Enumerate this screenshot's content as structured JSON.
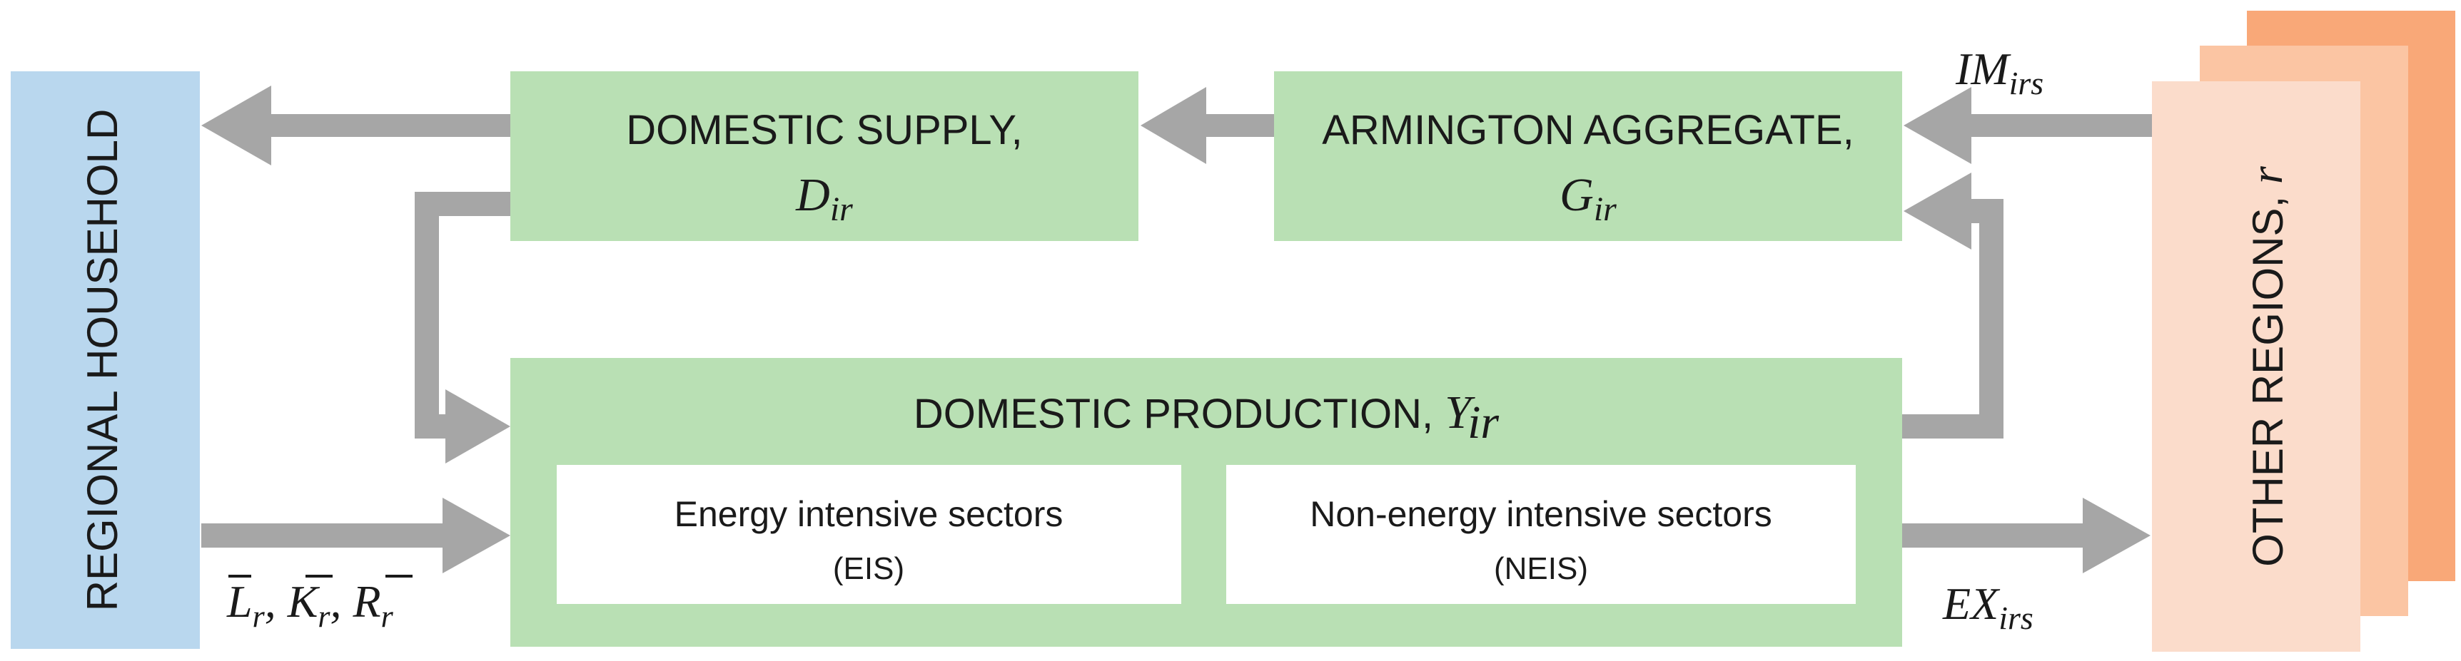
{
  "colors": {
    "household": "#b9d7ee",
    "green_box": "#b9e0b4",
    "inner_box": "#ffffff",
    "arrow": "#a6a6a6",
    "region_front": "#fbdccb",
    "region_mid": "#fbc5a3",
    "region_back": "#f9a878"
  },
  "household": {
    "label": "REGIONAL HOUSEHOLD"
  },
  "other_regions": {
    "label": "OTHER REGIONS, ",
    "symbol": "r"
  },
  "domestic_supply": {
    "label": "DOMESTIC SUPPLY,",
    "symbol": "D",
    "subscript": "ir"
  },
  "armington": {
    "label": "ARMINGTON AGGREGATE,",
    "symbol": "G",
    "subscript": "ir"
  },
  "production": {
    "label": "DOMESTIC PRODUCTION, ",
    "symbol": "Y",
    "subscript": "ir",
    "sectors": [
      {
        "name": "Energy intensive sectors",
        "abbr": "(EIS)"
      },
      {
        "name": "Non-energy intensive sectors",
        "abbr": "(NEIS)"
      }
    ]
  },
  "flows": {
    "imports": {
      "symbol": "IM",
      "subscript": "irs"
    },
    "exports": {
      "symbol": "EX",
      "subscript": "irs"
    },
    "factors": {
      "items": [
        {
          "symbol": "L",
          "subscript": "r"
        },
        {
          "symbol": "K",
          "subscript": "r"
        },
        {
          "symbol": "R",
          "subscript": "r"
        }
      ],
      "separator": ", "
    }
  }
}
